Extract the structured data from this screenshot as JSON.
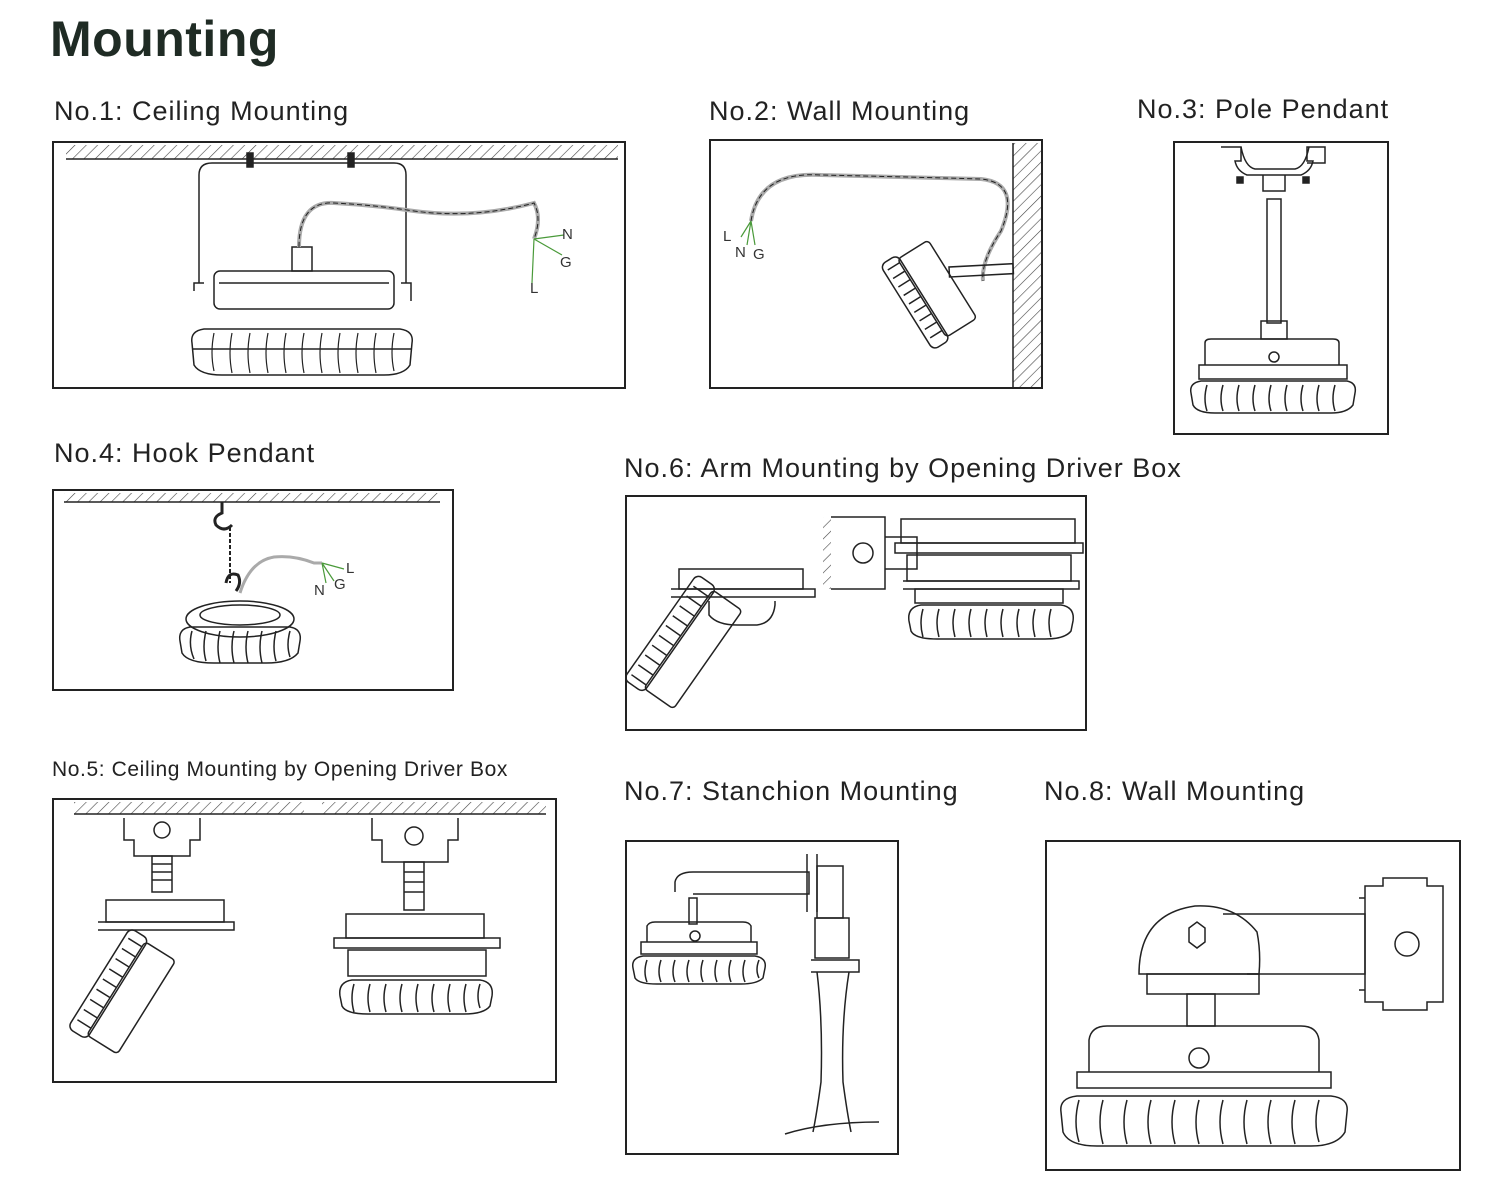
{
  "page": {
    "title": "Mounting"
  },
  "panels": [
    {
      "caption": "No.1: Ceiling Mounting",
      "wires": [
        "N",
        "G",
        "L"
      ]
    },
    {
      "caption": "No.2: Wall Mounting",
      "wires": [
        "L",
        "N",
        "G"
      ]
    },
    {
      "caption": "No.3: Pole Pendant"
    },
    {
      "caption": "No.4: Hook Pendant",
      "wires": [
        "L",
        "N",
        "G"
      ]
    },
    {
      "caption": "No.5: Ceiling Mounting  by Opening Driver Box"
    },
    {
      "caption": "No.6: Arm Mounting by Opening Driver Box"
    },
    {
      "caption": "No.7: Stanchion Mounting"
    },
    {
      "caption": "No.8: Wall Mounting"
    }
  ],
  "colors": {
    "line": "#222222",
    "wire_green": "#4a9a3a",
    "text": "#1f2b24"
  }
}
